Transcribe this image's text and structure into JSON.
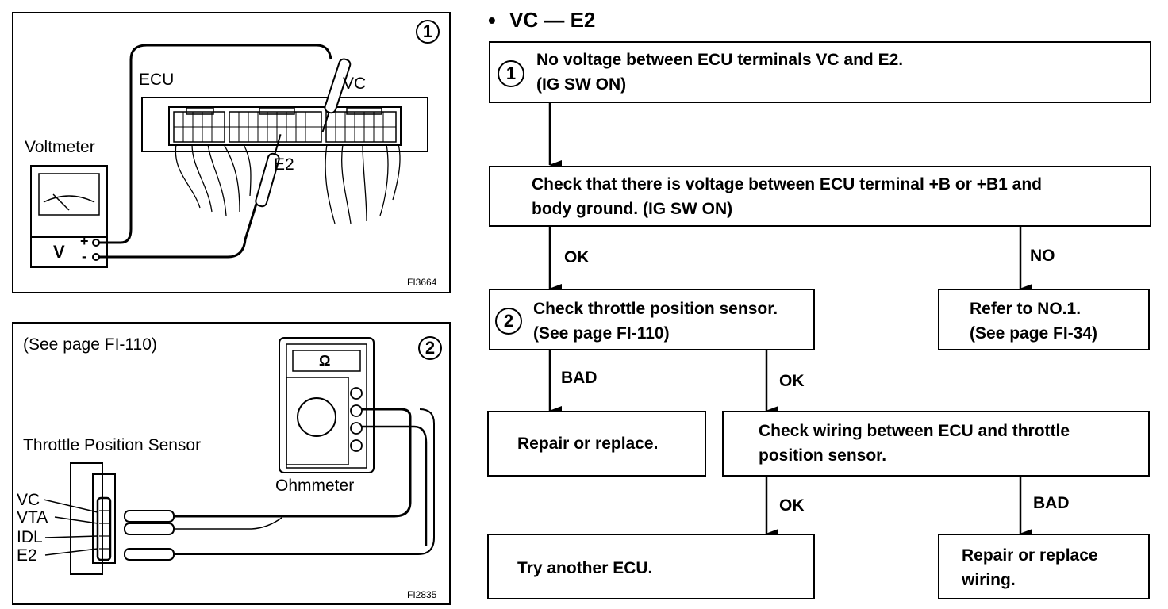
{
  "heading": {
    "bullet": "•",
    "text": "VC — E2"
  },
  "panel1": {
    "number": "1",
    "ecu_label": "ECU",
    "vc_label": "VC",
    "e2_label": "E2",
    "voltmeter_label": "Voltmeter",
    "v_label": "V",
    "plus": "+",
    "minus": "-",
    "figure_code": "FI3664"
  },
  "panel2": {
    "number": "2",
    "see_page": "(See page FI-110)",
    "sensor_label": "Throttle Position Sensor",
    "ohm_symbol": "Ω",
    "ohmmeter_label": "Ohmmeter",
    "terminals": [
      "VC",
      "VTA",
      "IDL",
      "E2"
    ],
    "figure_code": "FI2835"
  },
  "flow": {
    "step1": {
      "number": "1",
      "lines": [
        "No voltage between ECU terminals VC and E2.",
        "(IG SW ON)"
      ]
    },
    "check_voltage": {
      "lines": [
        "Check that there is voltage between ECU terminal +B or +B1 and",
        "body ground. (IG SW ON)"
      ]
    },
    "step2": {
      "number": "2",
      "lines": [
        "Check throttle position sensor.",
        "(See page FI-110)"
      ]
    },
    "refer": {
      "lines": [
        "Refer to NO.1.",
        "(See page FI-34)"
      ]
    },
    "repair1": {
      "text": "Repair or replace."
    },
    "check_wiring": {
      "lines": [
        "Check wiring between ECU and throttle",
        "position sensor."
      ]
    },
    "try_ecu": {
      "text": "Try another ECU."
    },
    "repair_wiring": {
      "lines": [
        "Repair or replace",
        "wiring."
      ]
    },
    "labels": {
      "ok": "OK",
      "no": "NO",
      "bad": "BAD"
    }
  }
}
